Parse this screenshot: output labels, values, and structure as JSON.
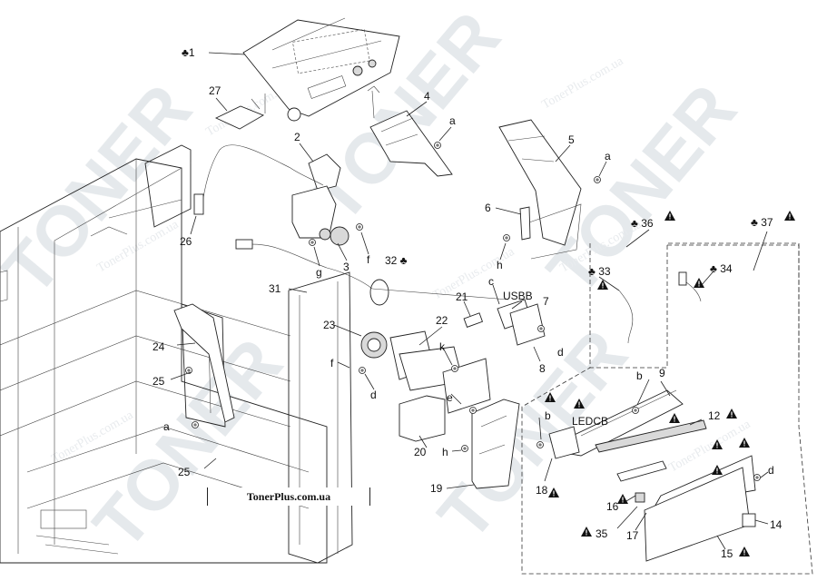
{
  "watermark": {
    "brand": "TONER",
    "url": "TonerPlus.com.ua"
  },
  "footer_url": "TonerPlus.com.ua",
  "callouts": [
    {
      "text": "♣1"
    },
    {
      "text": "27"
    },
    {
      "text": "2"
    },
    {
      "text": "4"
    },
    {
      "text": "a"
    },
    {
      "text": "5"
    },
    {
      "text": "a"
    },
    {
      "text": "6"
    },
    {
      "text": "26"
    },
    {
      "text": "g"
    },
    {
      "text": "3"
    },
    {
      "text": "f"
    },
    {
      "text": "32 ♣"
    },
    {
      "text": "h"
    },
    {
      "text": "♣ 36"
    },
    {
      "text": "♣ 37"
    },
    {
      "text": "♣ 33"
    },
    {
      "text": "♣ 34"
    },
    {
      "text": "31"
    },
    {
      "text": "21"
    },
    {
      "text": "c"
    },
    {
      "text": "USBB"
    },
    {
      "text": "7"
    },
    {
      "text": "23"
    },
    {
      "text": "22"
    },
    {
      "text": "d"
    },
    {
      "text": "24"
    },
    {
      "text": "k"
    },
    {
      "text": "8"
    },
    {
      "text": "f"
    },
    {
      "text": "25"
    },
    {
      "text": "d"
    },
    {
      "text": "e"
    },
    {
      "text": "b"
    },
    {
      "text": "9"
    },
    {
      "text": "a"
    },
    {
      "text": "b"
    },
    {
      "text": "LEDCB"
    },
    {
      "text": "12"
    },
    {
      "text": "20"
    },
    {
      "text": "h"
    },
    {
      "text": "18"
    },
    {
      "text": "19"
    },
    {
      "text": "25"
    },
    {
      "text": "d"
    },
    {
      "text": "16"
    },
    {
      "text": "14"
    },
    {
      "text": "35"
    },
    {
      "text": "17"
    },
    {
      "text": "15"
    }
  ]
}
